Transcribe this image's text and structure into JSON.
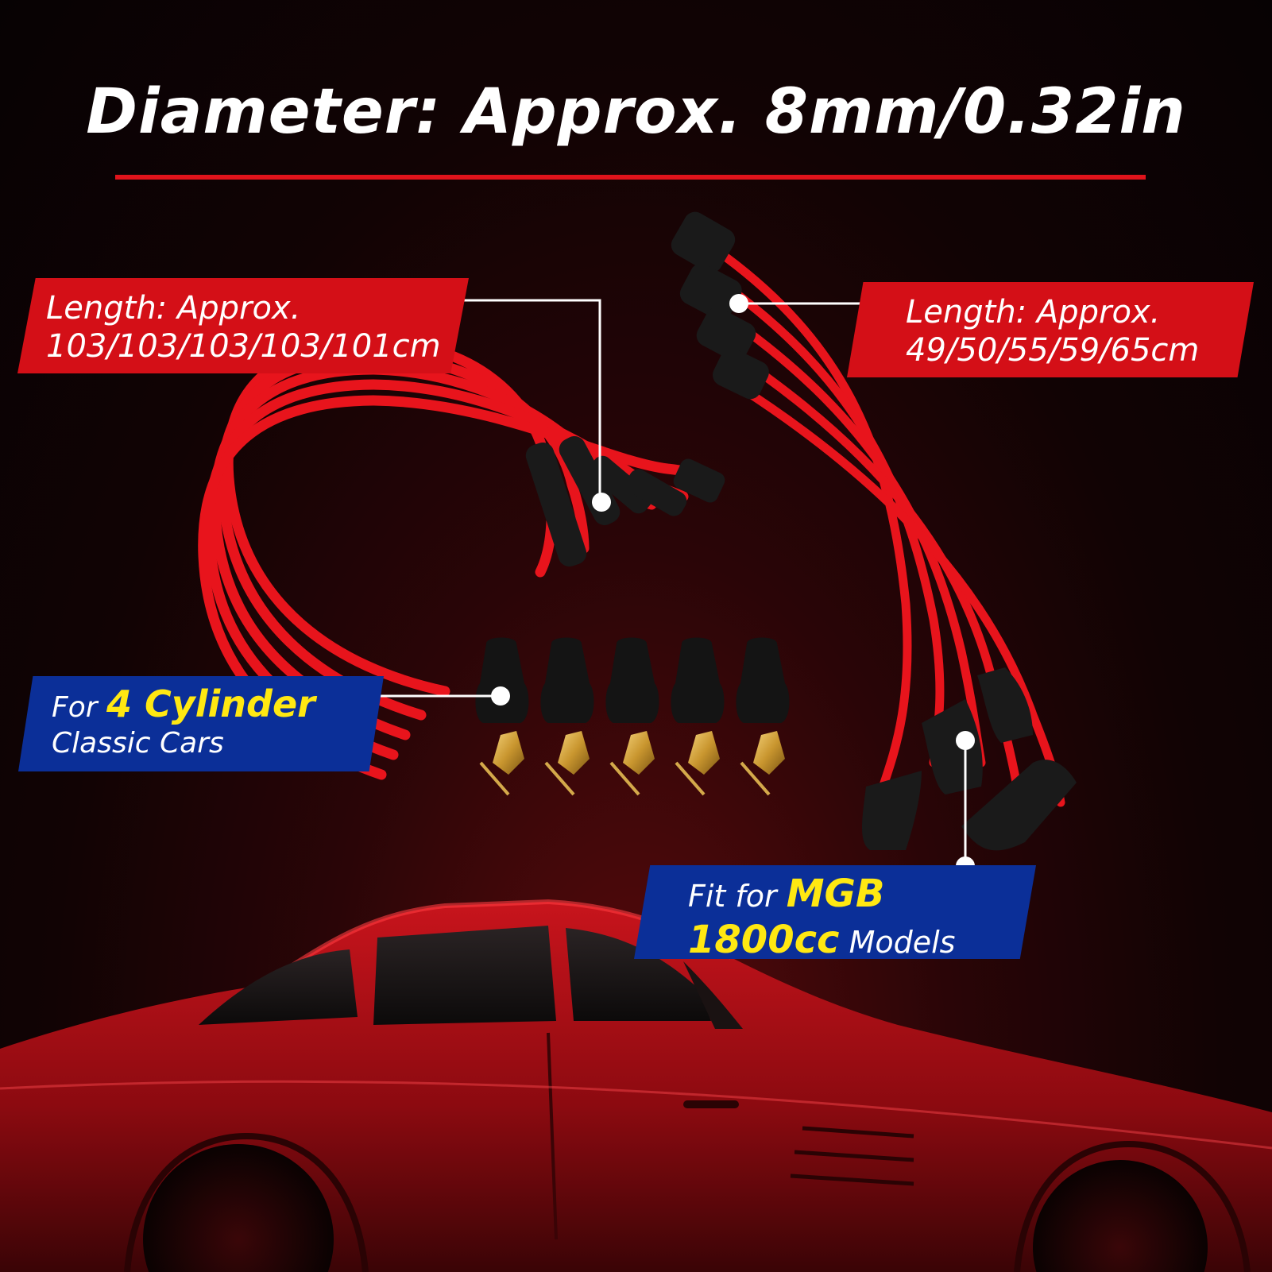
{
  "headline": "Diameter: Approx. 8mm/0.32in",
  "callouts": {
    "long_wires": {
      "line1": "Length: Approx.",
      "line2": "103/103/103/103/101cm"
    },
    "short_wires": {
      "line1": "Length: Approx.",
      "line2": "49/50/55/59/65cm"
    },
    "application": {
      "prefix": "For",
      "highlight": "4 Cylinder",
      "line2": "Classic Cars"
    },
    "fitment": {
      "prefix": "Fit for",
      "highlight1": "MGB",
      "highlight2": "1800cc",
      "suffix": "Models"
    }
  },
  "colors": {
    "wire_red": "#e8141c",
    "label_red": "#d40f17",
    "label_blue": "#0b2f98",
    "highlight_yellow": "#ffe812",
    "background": "#0a0405"
  }
}
